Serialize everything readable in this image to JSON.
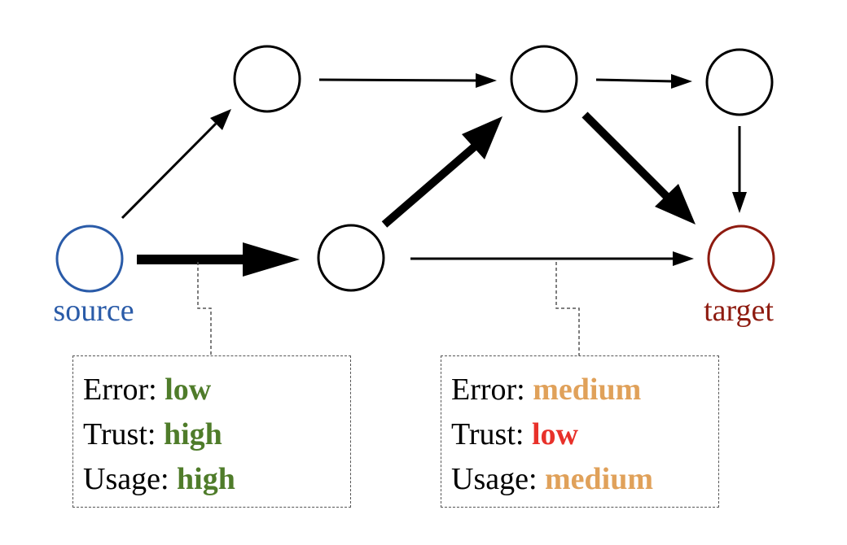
{
  "nodes": {
    "source": {
      "label": "source",
      "color": "#2a5ba8"
    },
    "target": {
      "label": "target",
      "color": "#8e1b10"
    }
  },
  "boxes": {
    "left": {
      "rows": [
        {
          "key": "Error:",
          "value": "low",
          "color": "#4f7c2a"
        },
        {
          "key": "Trust:",
          "value": "high",
          "color": "#4f7c2a"
        },
        {
          "key": "Usage:",
          "value": "high",
          "color": "#4f7c2a"
        }
      ]
    },
    "right": {
      "rows": [
        {
          "key": "Error:",
          "value": "medium",
          "color": "#e0a15a"
        },
        {
          "key": "Trust:",
          "value": "low",
          "color": "#e8312a"
        },
        {
          "key": "Usage:",
          "value": "medium",
          "color": "#e0a15a"
        }
      ]
    }
  }
}
